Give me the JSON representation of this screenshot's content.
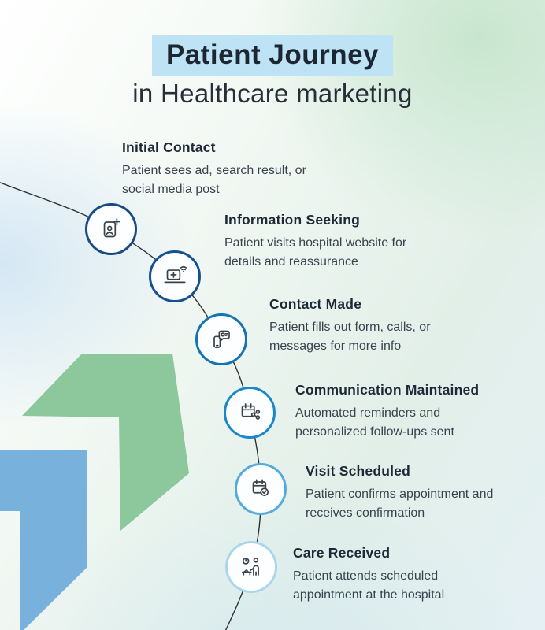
{
  "title": {
    "highlight": "Patient Journey",
    "subtitle": "in Healthcare marketing",
    "highlight_bg": "#bee3f4",
    "text_color": "#1d2633"
  },
  "stages": [
    {
      "name": "Initial Contact",
      "lines": [
        "Patient sees ad, search result, or",
        "social media post"
      ],
      "icon": "add-contact-icon",
      "circle_color": "#1a4a85"
    },
    {
      "name": "Information Seeking",
      "lines": [
        "Patient visits hospital website for",
        "details and reassurance"
      ],
      "icon": "laptop-medical-icon",
      "circle_color": "#15508f"
    },
    {
      "name": "Contact Made",
      "lines": [
        "Patient fills out form, calls, or",
        "messages for more info"
      ],
      "icon": "phone-chat-icon",
      "circle_color": "#1573b4"
    },
    {
      "name": "Communication Maintained",
      "lines": [
        "Automated reminders and",
        "personalized follow-ups sent"
      ],
      "icon": "calendar-share-icon",
      "circle_color": "#1b87c9"
    },
    {
      "name": "Visit Scheduled",
      "lines": [
        "Patient confirms appointment and",
        "receives confirmation"
      ],
      "icon": "calendar-check-icon",
      "circle_color": "#54abdc"
    },
    {
      "name": "Care Received",
      "lines": [
        "Patient attends scheduled",
        "appointment at the hospital"
      ],
      "icon": "patient-care-icon",
      "circle_color": "#a9d6ec"
    }
  ],
  "decor": {
    "green_arrow_color": "#8cc89c",
    "blue_arrow_color": "#79b1dd",
    "curve_color": "#2f3133"
  }
}
